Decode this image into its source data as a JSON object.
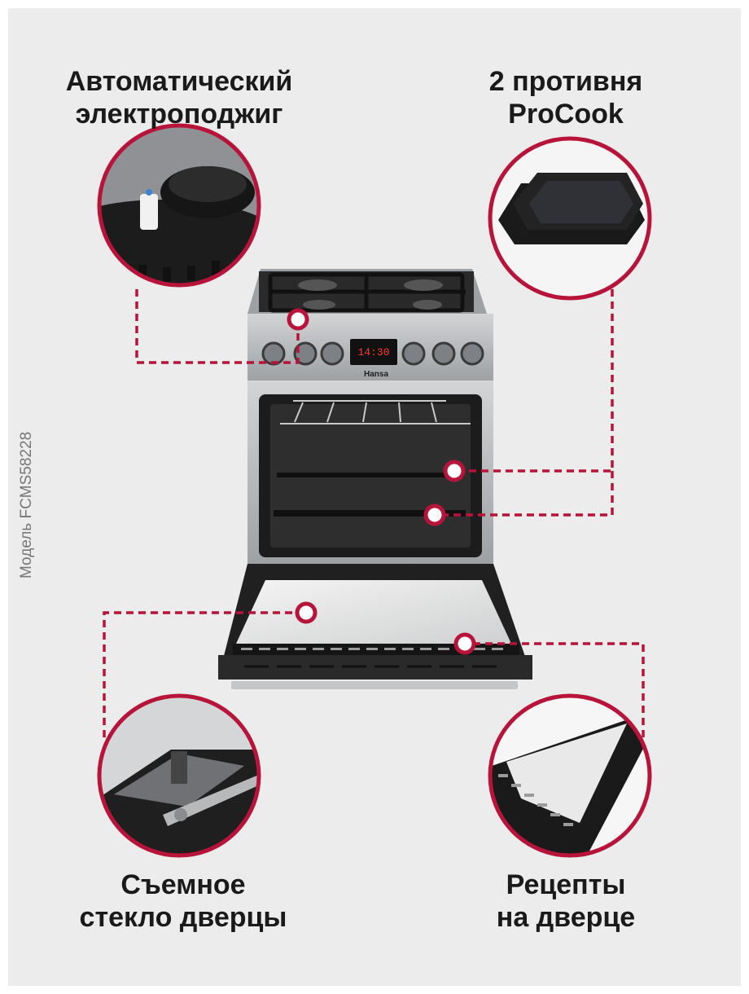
{
  "colors": {
    "accent": "#b8143a",
    "background": "#ececec",
    "steel": "#b4b6b8",
    "dark": "#1e1e1e",
    "display_digits": "#ff3b2f"
  },
  "callouts": {
    "ignition": {
      "line1": "Автоматический",
      "line2": "электроподжиг"
    },
    "trays": {
      "line1": "2 противня",
      "line2": "ProCook"
    },
    "glass": {
      "line1": "Съемное",
      "line2": "стекло дверцы"
    },
    "recipes": {
      "line1": "Рецепты",
      "line2": "на дверце"
    }
  },
  "model_label": "Модель FCMS58228",
  "stove": {
    "brand": "Hansa",
    "display_time": "14:30"
  }
}
